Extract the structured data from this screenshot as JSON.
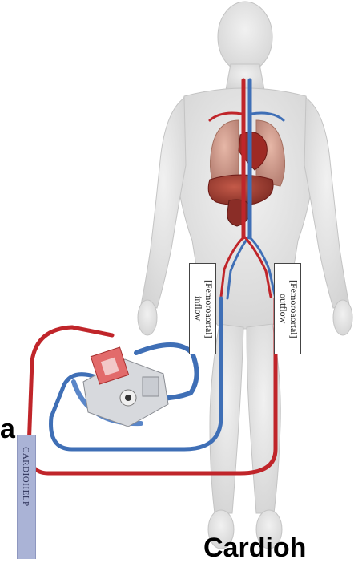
{
  "labels": {
    "inflow": "[Femoroaortal]\ninflow",
    "outflow": "[Femoroaortal]\noutflow",
    "device": "CARDIOHELP"
  },
  "clipped_text": {
    "left": "a",
    "bottom": "Cardioh"
  },
  "colors": {
    "arterial": "#c0252a",
    "venous": "#3f6fb6",
    "body": "#e3e3e3",
    "device_tab": "#aab3d6"
  }
}
